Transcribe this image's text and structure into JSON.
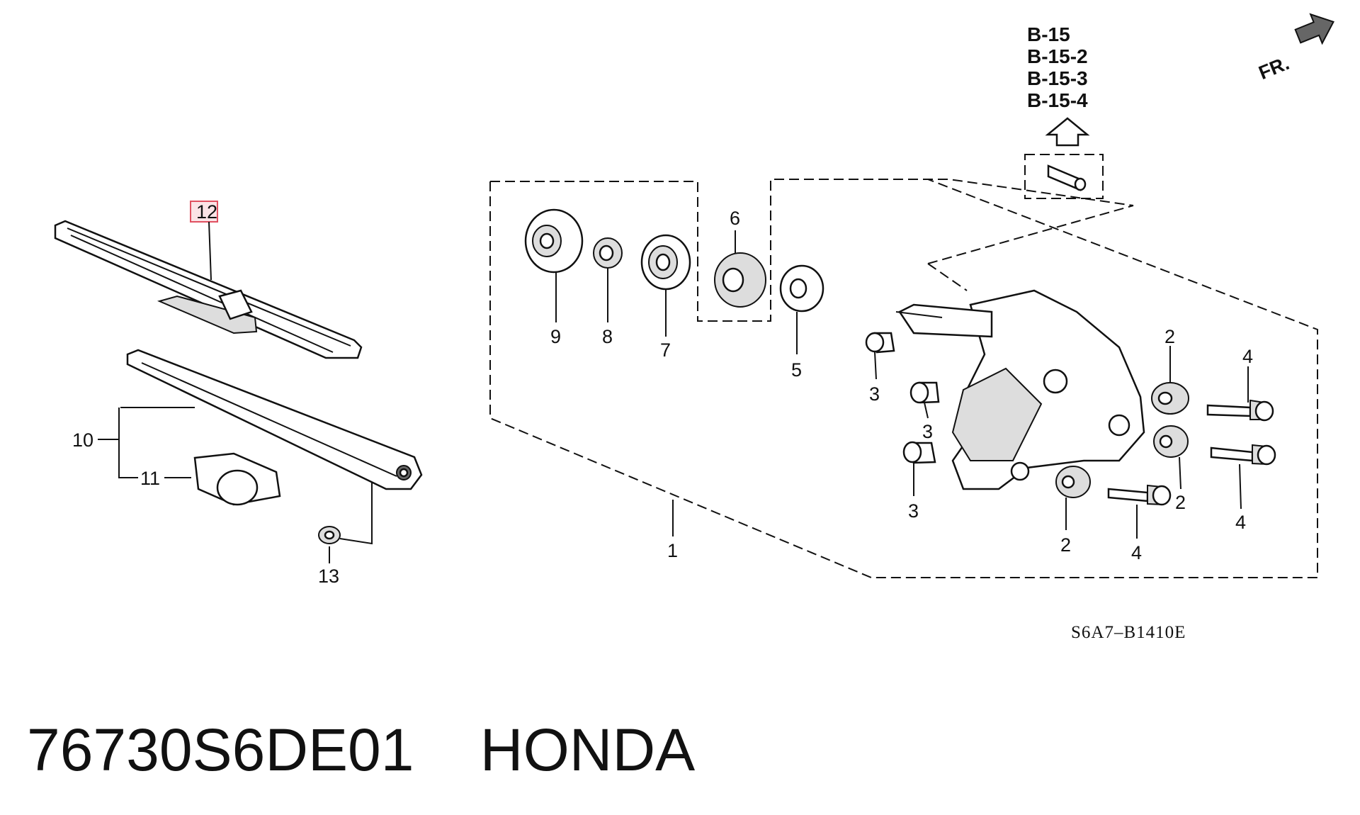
{
  "diagram": {
    "callouts": {
      "c1": "1",
      "c2a": "2",
      "c2b": "2",
      "c2c": "2",
      "c3a": "3",
      "c3b": "3",
      "c3c": "3",
      "c4a": "4",
      "c4b": "4",
      "c4c": "4",
      "c5": "5",
      "c6": "6",
      "c7": "7",
      "c8": "8",
      "c9": "9",
      "c10": "10",
      "c11": "11",
      "c12": "12",
      "c13": "13"
    },
    "references": [
      "B-15",
      "B-15-2",
      "B-15-3",
      "B-15-4"
    ],
    "direction_label": "FR.",
    "diagram_code": "S6A7–B1410E",
    "highlighted_part": "12",
    "highlight_color": "#e05060"
  },
  "footer": {
    "part_number": "76730S6DE01",
    "brand": "HONDA"
  }
}
